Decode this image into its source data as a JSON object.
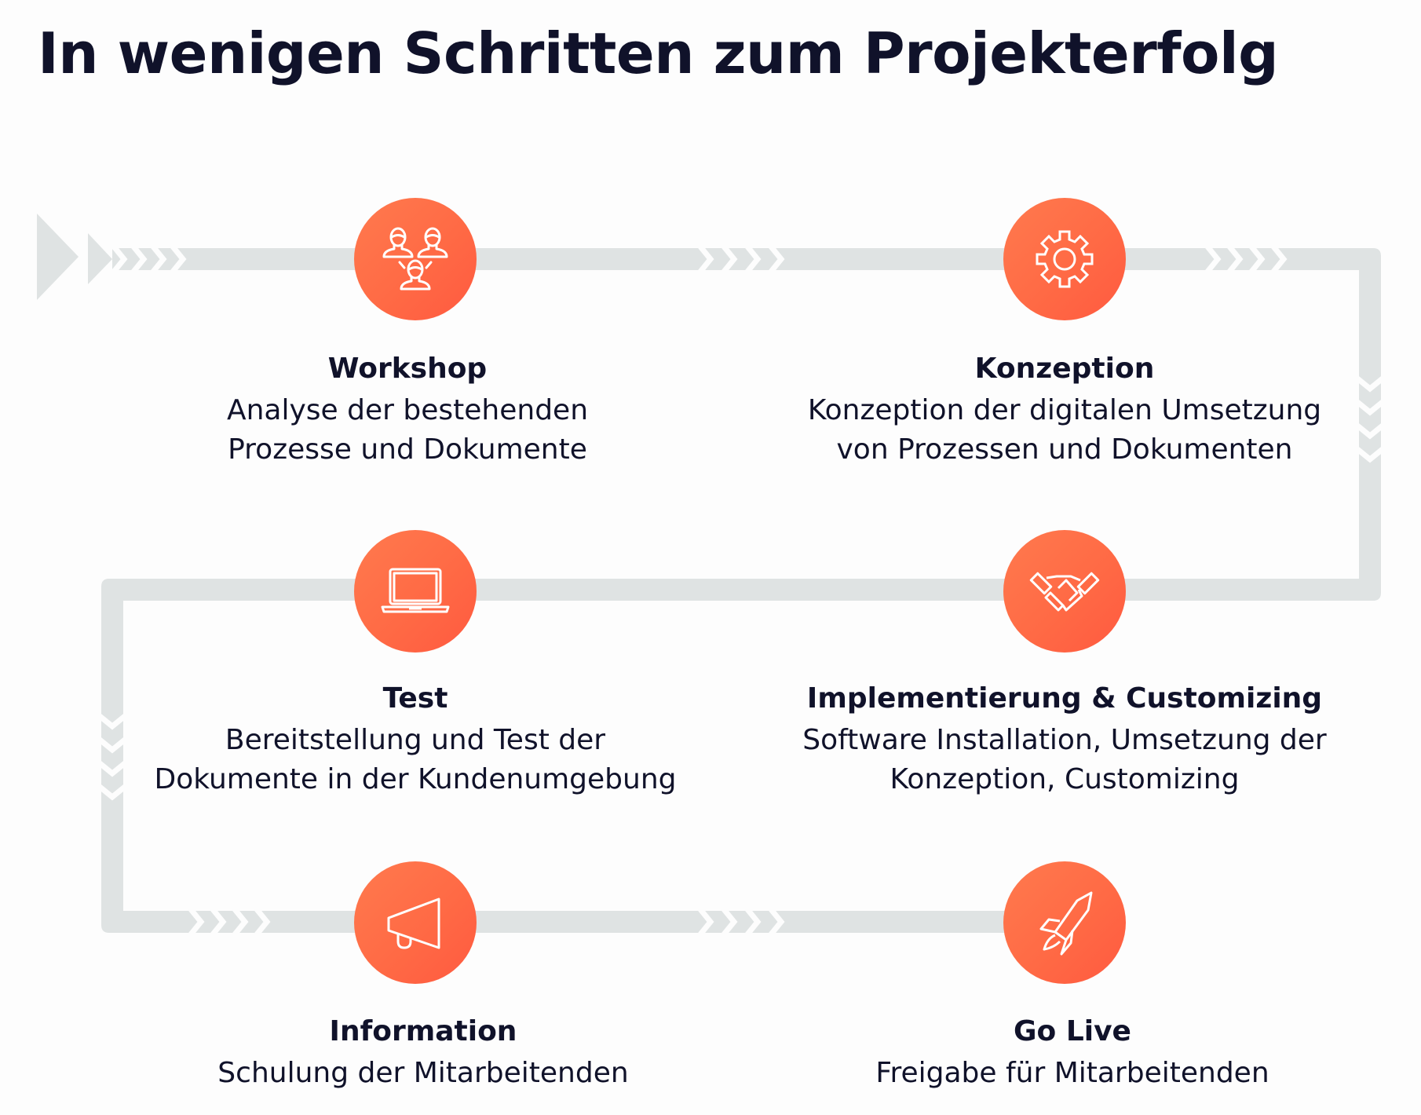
{
  "header": {
    "title": "In wenigen Schritten zum Projekterfolg"
  },
  "colors": {
    "accent_start": "#ff7a4e",
    "accent_end": "#ff5a40",
    "track": "#dfe3e3",
    "text": "#10122a"
  },
  "steps": [
    {
      "title": "Workshop",
      "icon": "people-group-icon",
      "description": [
        "Analyse der bestehenden",
        "Prozesse und Dokumente"
      ]
    },
    {
      "title": "Konzeption",
      "icon": "gear-icon",
      "description": [
        "Konzeption der digitalen Umsetzung",
        "von Prozessen und Dokumenten"
      ]
    },
    {
      "title": "Implementierung & Customizing",
      "icon": "handshake-icon",
      "description": [
        "Software Installation, Umsetzung der",
        "Konzeption, Customizing"
      ]
    },
    {
      "title": "Test",
      "icon": "laptop-icon",
      "description": [
        "Bereitstellung und Test der",
        "Dokumente in der Kundenumgebung"
      ]
    },
    {
      "title": "Information",
      "icon": "megaphone-icon",
      "description": [
        "Schulung der Mitarbeitenden"
      ]
    },
    {
      "title": "Go Live",
      "icon": "rocket-icon",
      "description": [
        "Freigabe für Mitarbeitenden"
      ]
    }
  ]
}
